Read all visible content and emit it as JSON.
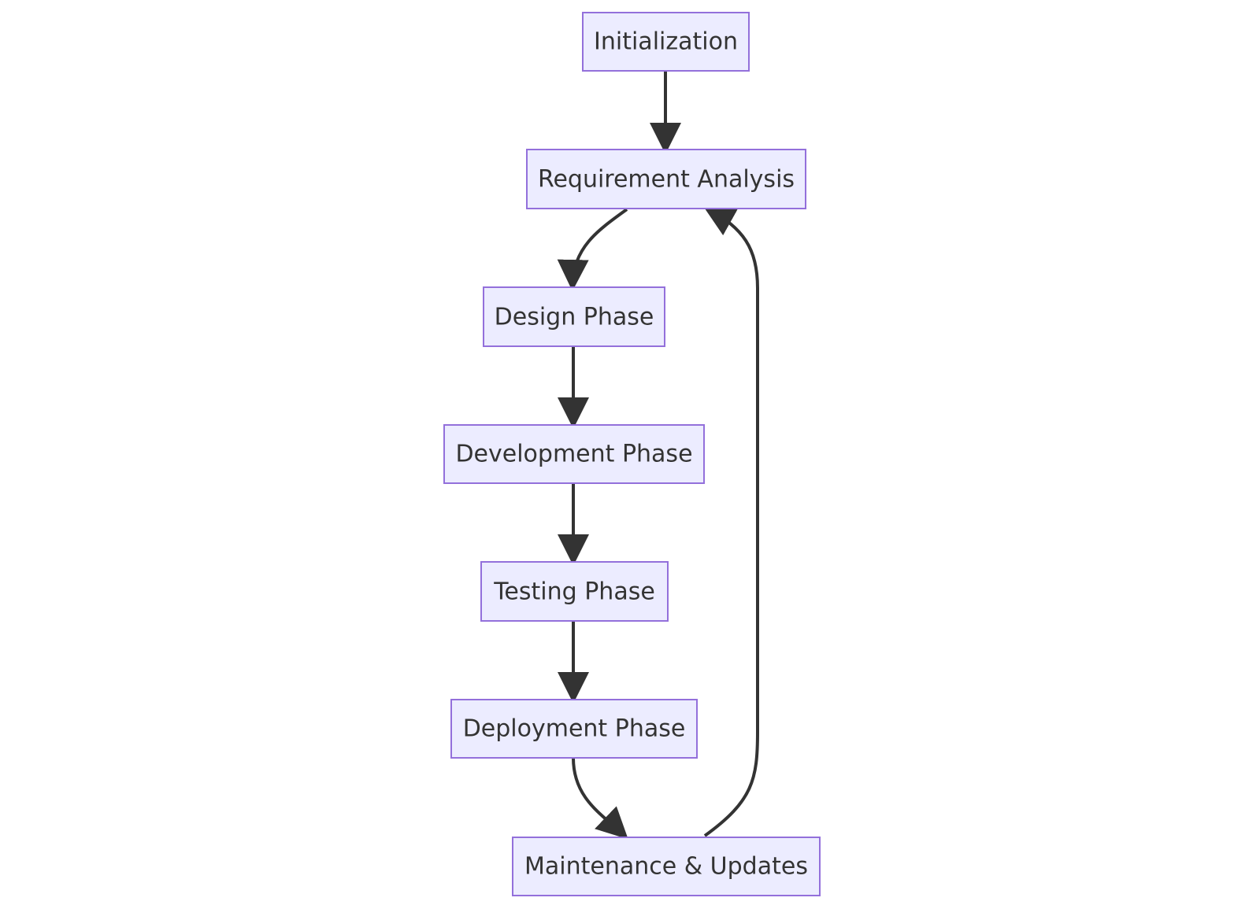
{
  "nodes": {
    "initialization": "Initialization",
    "requirement_analysis": "Requirement Analysis",
    "design_phase": "Design Phase",
    "development_phase": "Development Phase",
    "testing_phase": "Testing Phase",
    "deployment_phase": "Deployment Phase",
    "maintenance_updates": "Maintenance & Updates"
  },
  "colors": {
    "node_fill": "#ececff",
    "node_border": "#9370db",
    "edge": "#333333",
    "text": "#333333"
  }
}
